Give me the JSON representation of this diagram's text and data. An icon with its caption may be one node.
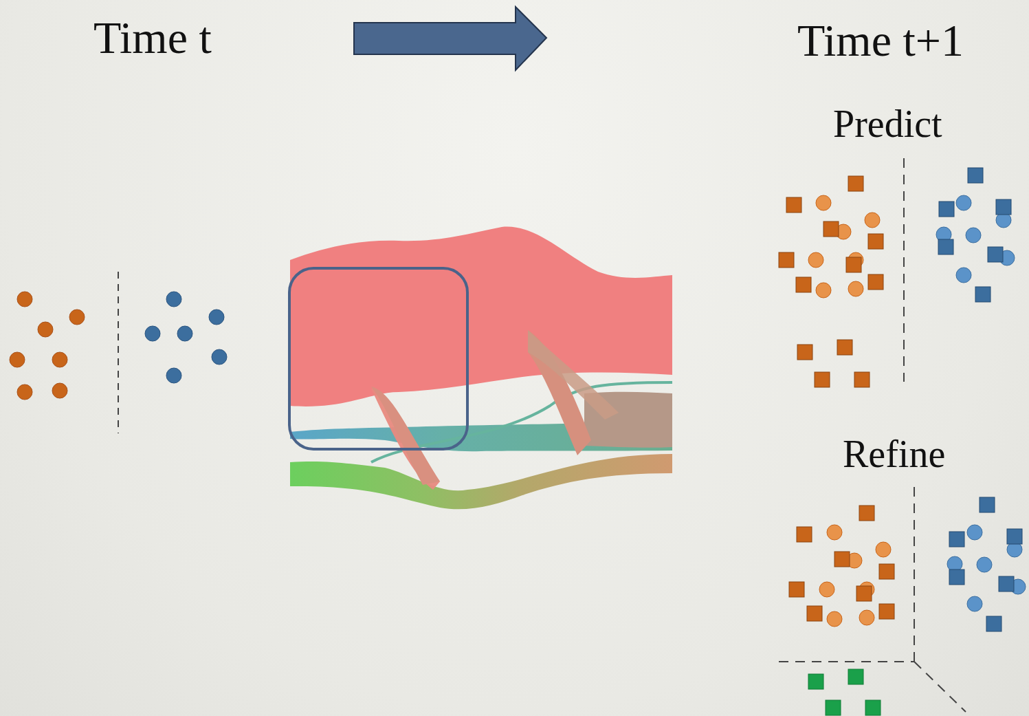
{
  "diagram": {
    "labels": [
      "Time t",
      "Time t+1",
      "Predict",
      "Refine"
    ]
  }
}
